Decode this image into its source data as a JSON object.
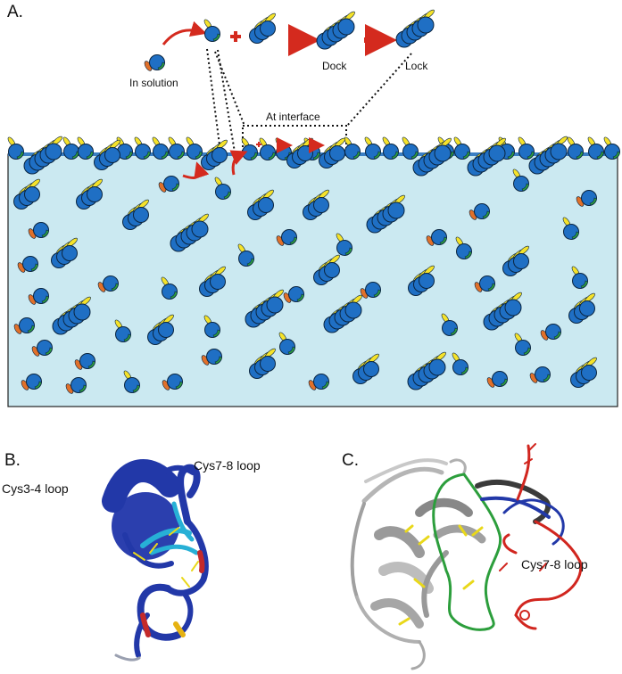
{
  "panel_a": {
    "letter": "A.",
    "label_in_solution": "In solution",
    "label_dock": "Dock",
    "label_lock": "Lock",
    "label_at_interface": "At interface"
  },
  "panel_b": {
    "letter": "B.",
    "label_cys34": "Cys3-4 loop",
    "label_cys78": "Cys7-8 loop"
  },
  "panel_c": {
    "letter": "C.",
    "label_cys78": "Cys7-8 loop"
  },
  "colors": {
    "protein_blue": "#1f6fc4",
    "tail_yellow": "#f5e22a",
    "patch_green": "#2e9e3f",
    "patch_orange": "#e0702a",
    "arrow_red": "#d42a1e",
    "water": "#cbe9f1",
    "interface_line": "#3b7fc4"
  }
}
